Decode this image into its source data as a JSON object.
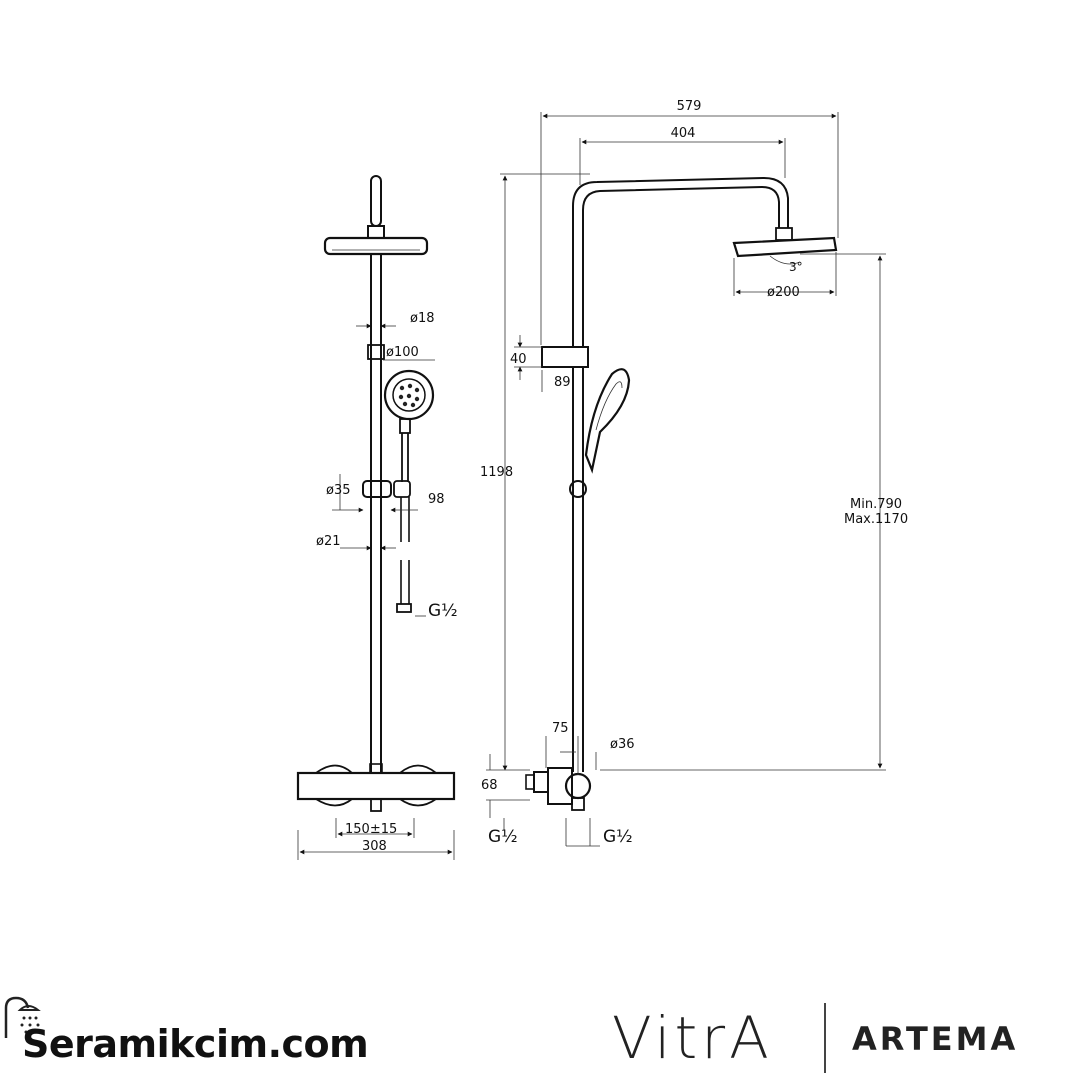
{
  "dimensions": {
    "d579": "579",
    "d404": "404",
    "d18": "ø18",
    "d100": "ø100",
    "d40": "40",
    "d89": "89",
    "d3": "3°",
    "d200": "ø200",
    "d1198": "1198",
    "d35": "ø35",
    "d98": "98",
    "d21": "ø21",
    "g12_side": "G½",
    "min790": "Min.790",
    "max1170": "Max.1170",
    "d75": "75",
    "d36": "ø36",
    "d68": "68",
    "d150": "150±15",
    "d308": "308",
    "g12_left": "G½",
    "g12_right": "G½"
  },
  "footer": {
    "site": "Seramikcim.com",
    "brand1": "VitrA",
    "brand2": "ARTEMA"
  },
  "icons": {
    "shower": "shower-head-icon"
  }
}
